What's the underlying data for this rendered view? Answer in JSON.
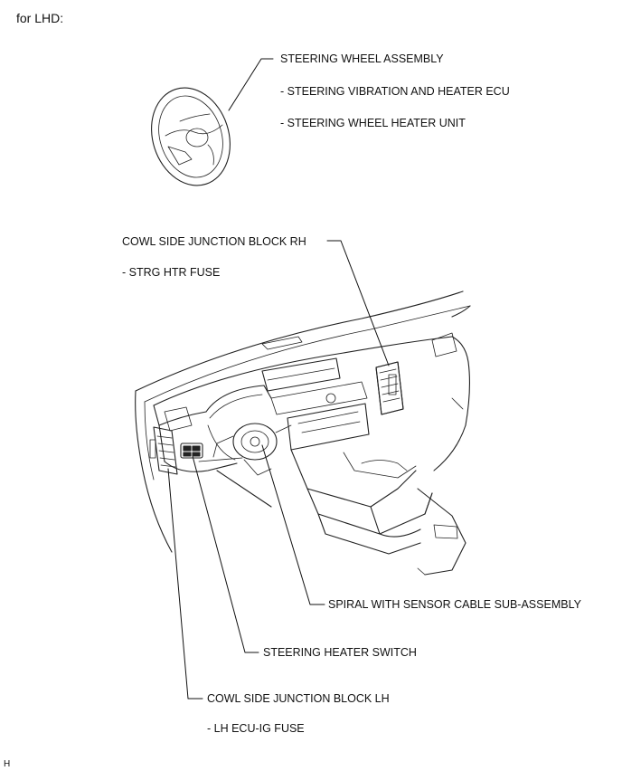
{
  "header": {
    "variant": "for LHD:"
  },
  "labels": {
    "steering_wheel_assembly": "STEERING WHEEL ASSEMBLY",
    "steering_vibration_ecu": "- STEERING VIBRATION AND HEATER ECU",
    "steering_wheel_heater_unit": "- STEERING WHEEL HEATER UNIT",
    "cowl_side_jb_rh": "COWL SIDE JUNCTION BLOCK RH",
    "strg_htr_fuse": "- STRG HTR FUSE",
    "spiral_cable": "SPIRAL WITH SENSOR CABLE SUB-ASSEMBLY",
    "steering_heater_switch": "STEERING HEATER SWITCH",
    "cowl_side_jb_lh": "COWL SIDE JUNCTION BLOCK LH",
    "lh_ecu_ig_fuse": "- LH ECU-IG FUSE"
  },
  "footer": {
    "corner_mark": "H"
  }
}
